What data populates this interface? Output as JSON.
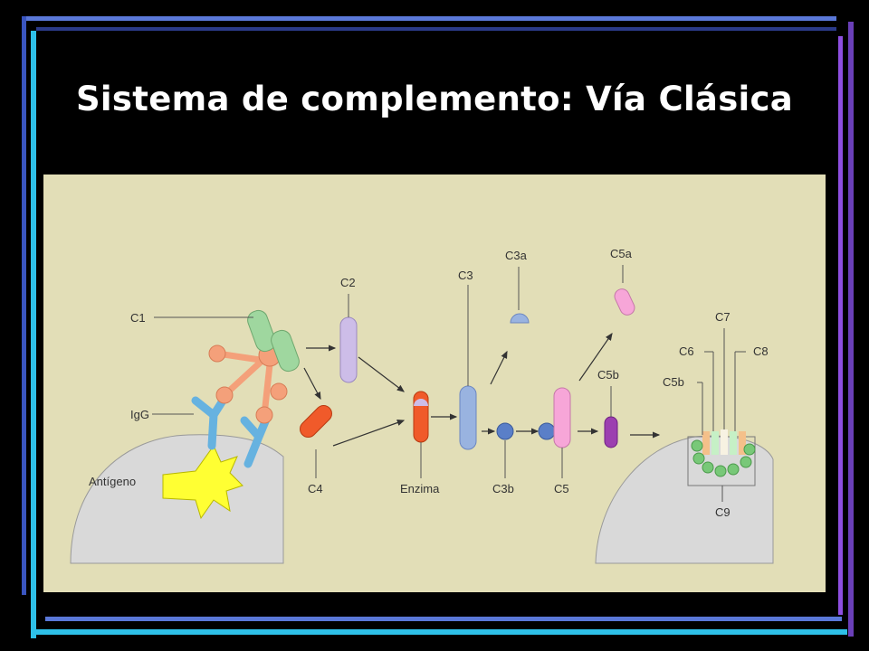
{
  "slide": {
    "title": "Sistema de complemento: Vía Clásica"
  },
  "diagram": {
    "labels": {
      "c1": "C1",
      "igg": "IgG",
      "antigen": "Antígeno",
      "c2": "C2",
      "c4": "C4",
      "enzyme": "Enzima",
      "c3": "C3",
      "c3a": "C3a",
      "c3b": "C3b",
      "c5": "C5",
      "c5a": "C5a",
      "c5b_mid": "C5b",
      "c5b_complex": "C5b",
      "c6": "C6",
      "c7": "C7",
      "c8": "C8",
      "c9": "C9"
    }
  },
  "colors": {
    "background": "#000000",
    "figure_bg": "#e2deb7",
    "cell": "#d9d9d9",
    "antigen": "#ffff33",
    "igg": "#66b2e0",
    "c1q": "#f4a07a",
    "c1_green": "#9fd79f",
    "c2": "#cdbde8",
    "c4": "#f05a2a",
    "c3": "#99b3e0",
    "c5": "#f7a6d8",
    "c5b": "#9c3fb0"
  }
}
